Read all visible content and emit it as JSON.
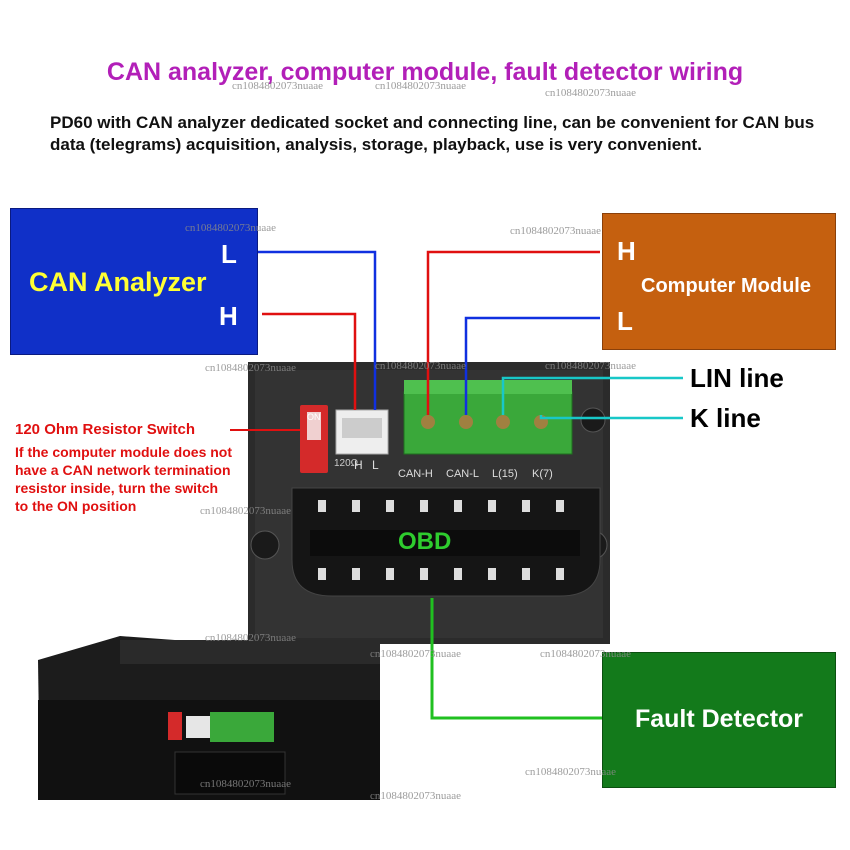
{
  "title": "CAN analyzer, computer module, fault detector wiring",
  "description": "PD60 with CAN analyzer dedicated socket and connecting line, can be convenient for CAN bus data (telegrams) acquisition, analysis, storage, playback, use is very convenient.",
  "can_analyzer": {
    "label": "CAN Analyzer",
    "pin_top": "L",
    "pin_bottom": "H"
  },
  "computer_module": {
    "label": "Computer Module",
    "pin_top": "H",
    "pin_bottom": "L"
  },
  "fault_detector": {
    "label": "Fault Detector"
  },
  "lin_line": "LIN line",
  "k_line": "K line",
  "resistor": {
    "title": "120 Ohm Resistor Switch",
    "description": "If the computer module does not have a CAN network termination resistor inside, turn the switch to the ON position"
  },
  "device": {
    "switch_on": "ON",
    "ohm_label": "120Ω",
    "h_label": "H",
    "l_label": "L",
    "terminal_labels": [
      "CAN-H",
      "CAN-L",
      "L(15)",
      "K(7)"
    ],
    "obd_label": "OBD"
  },
  "watermark_text": "cn1084802073nuaae",
  "colors": {
    "title": "#b21fb8",
    "can_box": "#1030c8",
    "computer_box": "#c5600f",
    "fault_box": "#137a1b",
    "wire_red": "#e01010",
    "wire_blue": "#1030e0",
    "wire_cyan": "#18c8c8",
    "wire_green": "#20c020"
  }
}
